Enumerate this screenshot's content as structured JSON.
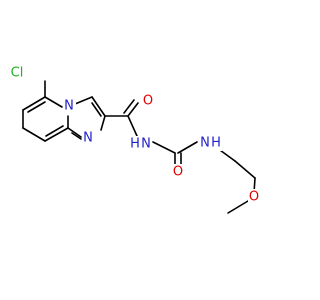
{
  "molecule": {
    "atoms": {
      "cl": "Cl",
      "n_bridge": "N",
      "n_ring": "N",
      "o_amide1": "O",
      "nh_amide1": "H",
      "n_amide1": "N",
      "o_amide2": "O",
      "nh_amide2": "H",
      "n_amide2": "N",
      "o_ether": "O"
    }
  },
  "colors": {
    "chlorine": "#1db31d",
    "nitrogen": "#1f1fcc",
    "oxygen": "#e00000",
    "bond": "#000000"
  }
}
